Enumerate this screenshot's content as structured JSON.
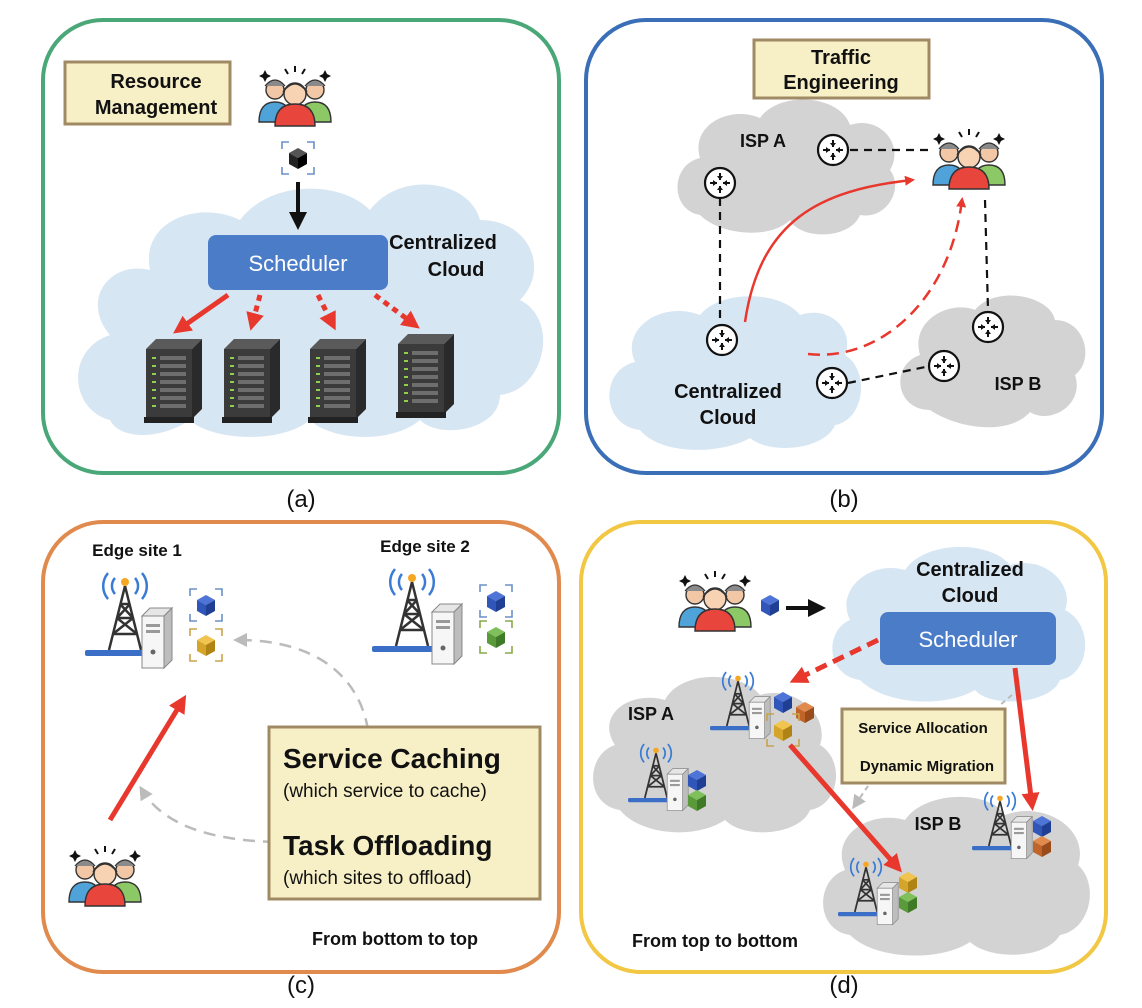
{
  "panels": {
    "a": {
      "caption": "(a)",
      "label_line1": "Resource",
      "label_line2": "Management",
      "scheduler": "Scheduler",
      "cloud_line1": "Centralized",
      "cloud_line2": "Cloud"
    },
    "b": {
      "caption": "(b)",
      "label_line1": "Traffic",
      "label_line2": "Engineering",
      "isp_a": "ISP A",
      "isp_b": "ISP B",
      "cloud_line1": "Centralized",
      "cloud_line2": "Cloud"
    },
    "c": {
      "caption": "(c)",
      "edge1": "Edge site 1",
      "edge2": "Edge site 2",
      "caching_title": "Service Caching",
      "caching_sub": "(which service to cache)",
      "offloading_title": "Task Offloading",
      "offloading_sub": "(which sites to offload)",
      "direction": "From bottom to top"
    },
    "d": {
      "caption": "(d)",
      "cloud_line1": "Centralized",
      "cloud_line2": "Cloud",
      "scheduler": "Scheduler",
      "isp_a": "ISP A",
      "isp_b": "ISP B",
      "allocation": "Service Allocation",
      "migration": "Dynamic Migration",
      "direction": "From top to bottom"
    }
  },
  "colors": {
    "border_a": "#4aa778",
    "border_b": "#3a6fb8",
    "border_c": "#e08a4e",
    "border_d": "#f2c744",
    "scheduler": "#4b7cc8",
    "cloud_blue": "#d7e6f3",
    "cloud_gray": "#d3d3d3",
    "label_box": "#f7f0c6",
    "label_border": "#a08a64",
    "arrow_red": "#e8372c",
    "cube_blue": "#2f56b8",
    "cube_yellow": "#d4a52a",
    "cube_green": "#5a9a3a",
    "cube_orange": "#c0642a"
  }
}
